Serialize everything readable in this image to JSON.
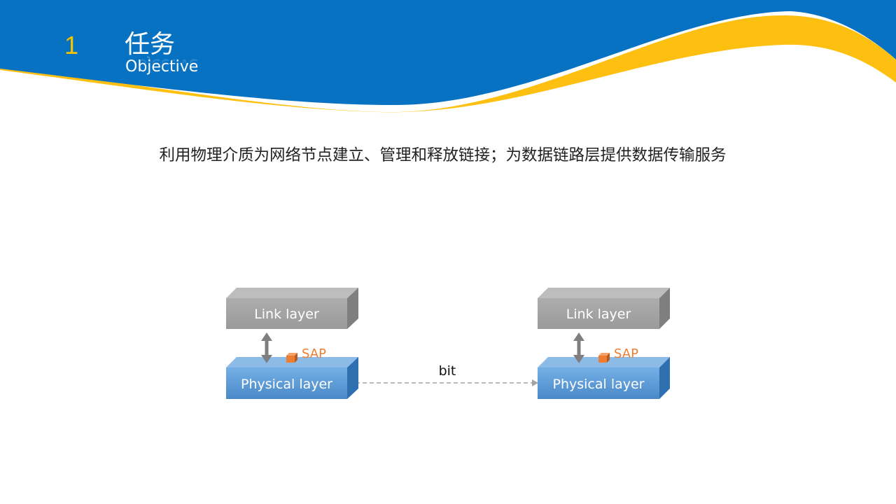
{
  "slide": {
    "number": "1",
    "title": "任务",
    "subtitle": "Objective",
    "description": "利用物理介质为网络节点建立、管理和释放链接；为数据链路层提供数据传输服务"
  },
  "diagram": {
    "left": {
      "link_label": "Link layer",
      "physical_label": "Physical layer",
      "sap_label": "SAP"
    },
    "right": {
      "link_label": "Link layer",
      "physical_label": "Physical layer",
      "sap_label": "SAP"
    },
    "connection_label": "bit"
  },
  "colors": {
    "header_blue": "#0872C2",
    "header_gold": "#FDC010",
    "link_box": "#A6A6A6",
    "physical_box": "#5B9BD5",
    "sap": "#ED7D31"
  }
}
